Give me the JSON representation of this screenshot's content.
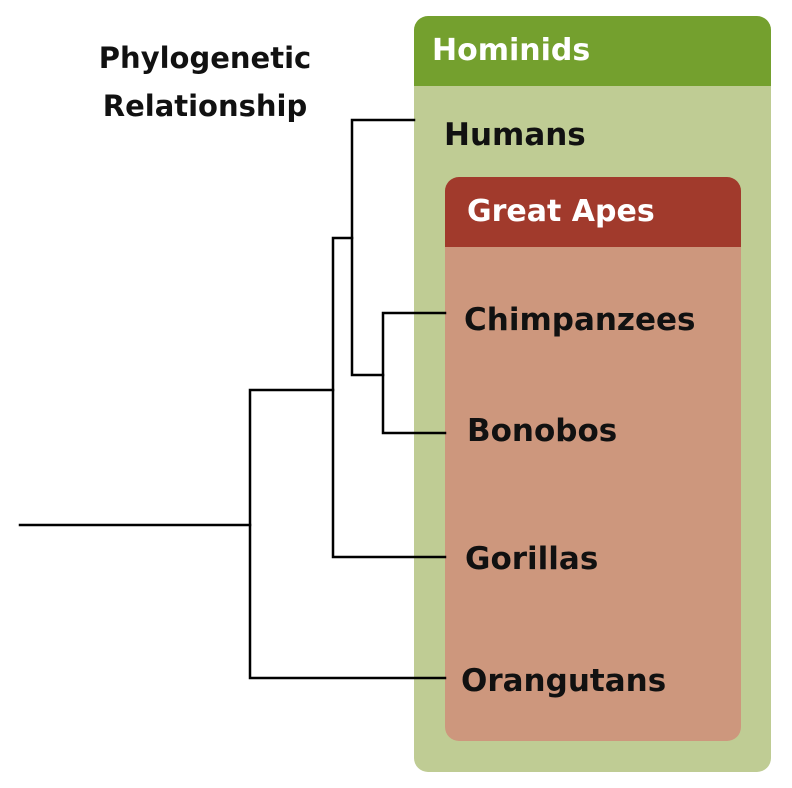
{
  "title": "Phylogenetic Relationship",
  "groups": {
    "hominids": {
      "label": "Hominids",
      "header_color": "#74a02e",
      "body_color": "#bfcc94"
    },
    "great_apes": {
      "label": "Great Apes",
      "header_color": "#a13a2c",
      "body_color": "#cd977d"
    }
  },
  "taxa": [
    "Humans",
    "Chimpanzees",
    "Bonobos",
    "Gorillas",
    "Orangutans"
  ],
  "tree": "(((Humans,(Chimpanzees,Bonobos)),Gorillas),Orangutans)",
  "line_color": "#000000"
}
